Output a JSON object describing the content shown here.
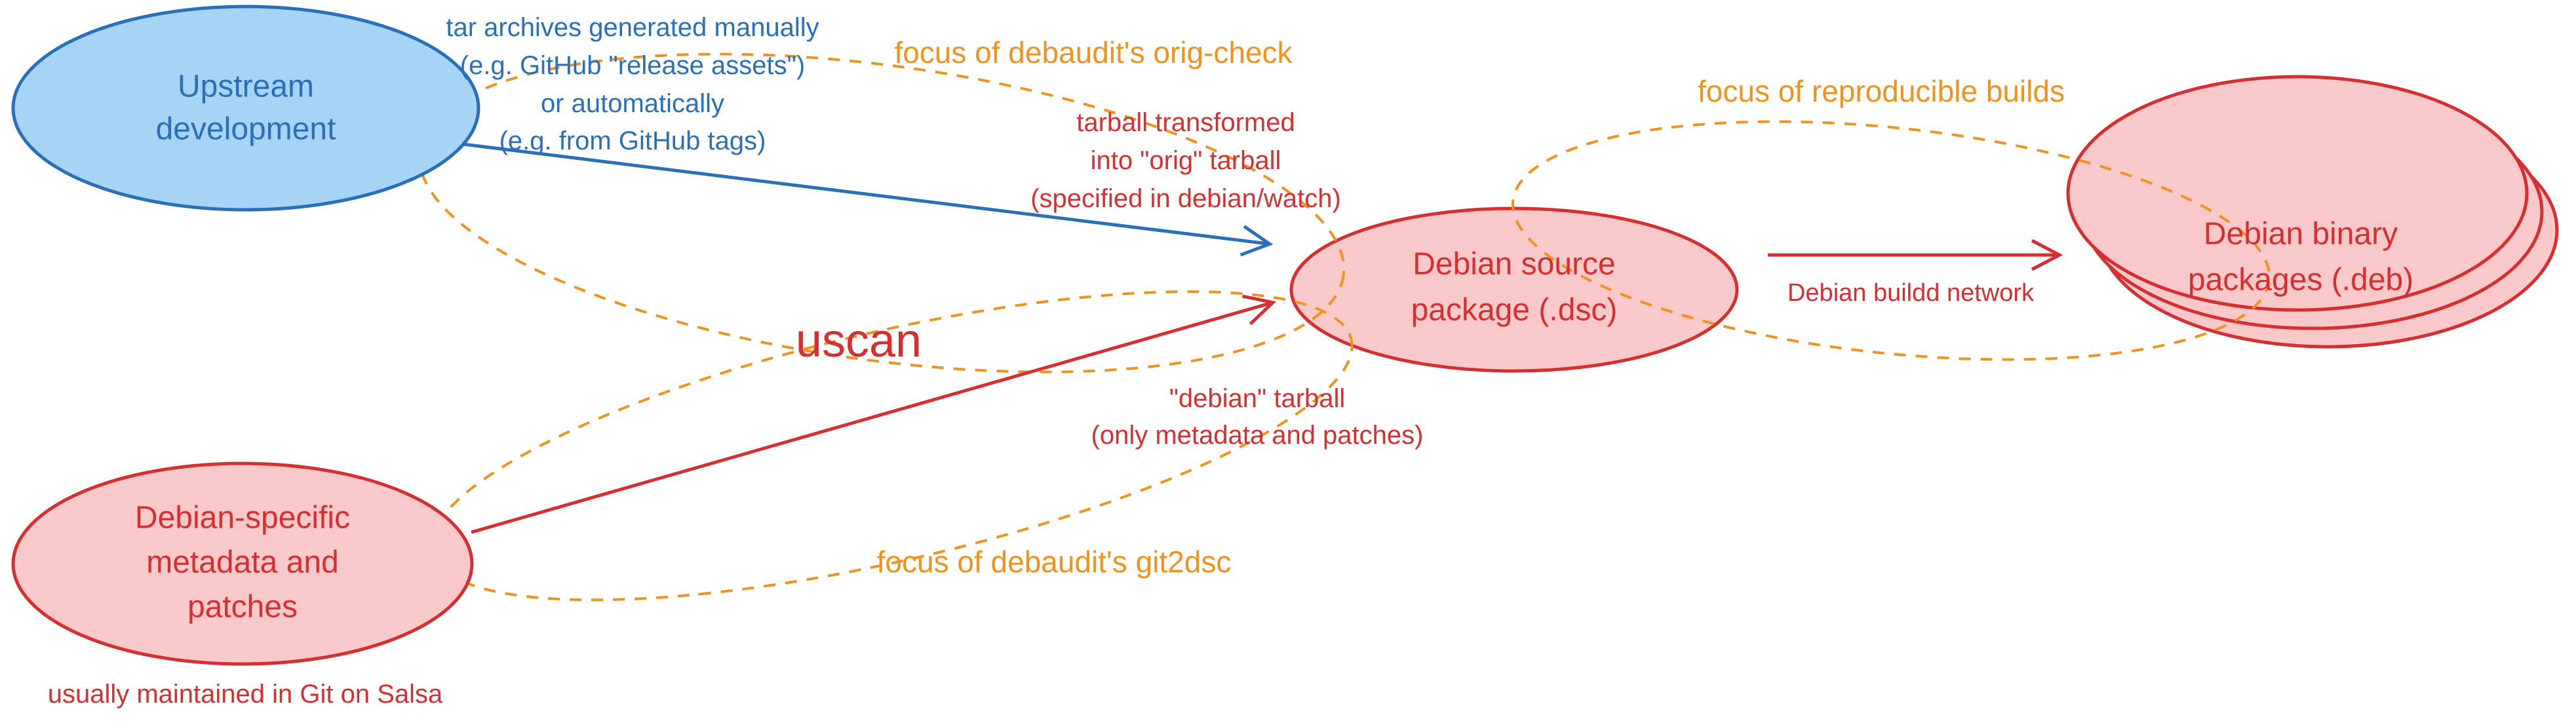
{
  "colors": {
    "blue_stroke": "#2a70b8",
    "blue_fill": "#a6d4f7",
    "red": "#d62f31",
    "pink_fill": "#f9c9c9",
    "orange": "#f0921e"
  },
  "nodes": {
    "upstream": {
      "lines": [
        "Upstream",
        "development"
      ]
    },
    "metadata": {
      "lines": [
        "Debian-specific",
        "metadata and",
        "patches"
      ]
    },
    "source": {
      "lines": [
        "Debian source",
        "package (.dsc)"
      ]
    },
    "binary": {
      "lines": [
        "Debian binary",
        "packages (.deb)"
      ]
    }
  },
  "annotations": {
    "tar_archives": {
      "lines": [
        "tar archives generated manually",
        "(e.g. GitHub \"release assets\")",
        "or automatically",
        "(e.g. from GitHub tags)"
      ]
    },
    "tarball_transformed": {
      "lines": [
        "tarball transformed",
        "into \"orig\" tarball",
        "(specified in debian/watch)"
      ]
    },
    "debian_tarball": {
      "lines": [
        "\"debian\" tarball",
        "(only metadata and patches)"
      ]
    },
    "uscan": "uscan",
    "buildd": "Debian buildd network",
    "salsa": "usually maintained in Git on Salsa",
    "focus_orig_check": "focus of debaudit's orig-check",
    "focus_reproducible": "focus of reproducible builds",
    "focus_git2dsc": "focus of debaudit's git2dsc"
  }
}
